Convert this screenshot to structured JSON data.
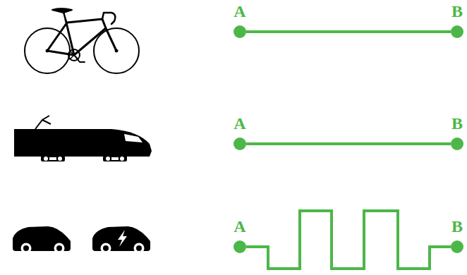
{
  "diagram": {
    "nodes": [
      {
        "text": [
          "A"
        ]
      },
      {
        "text": [
          "B"
        ]
      },
      {
        "text": [
          "A"
        ]
      },
      {
        "text": [
          "B"
        ]
      },
      {
        "text": [
          "A"
        ]
      },
      {
        "text": [
          "B"
        ]
      }
    ],
    "edges": [
      {
        "from": 0,
        "to": 1,
        "arrow": "none"
      },
      {
        "from": 2,
        "to": 3,
        "arrow": "none"
      },
      {
        "from": 4,
        "to": 5,
        "arrow": "none"
      }
    ]
  }
}
